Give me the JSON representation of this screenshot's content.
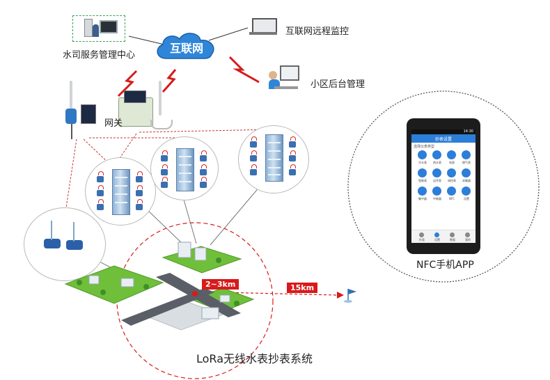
{
  "labels": {
    "water_company": "水司服务管理中心",
    "internet": "互联网",
    "remote_monitor": "互联网远程监控",
    "community_backend": "小区后台管理",
    "gateway": "网关",
    "distance_near": "2~3km",
    "distance_far": "15km",
    "system_title": "LoRa无线水表抄表系统",
    "nfc_app": "NFC手机APP"
  },
  "phone": {
    "status_time": "14:30",
    "app_title": "抄表设置",
    "app_subtitle": "选择仪表类型",
    "grid_labels": [
      "冷水表",
      "热水表",
      "电表",
      "燃气表",
      "智能表",
      "远传表",
      "阀控表",
      "采集器",
      "集中器",
      "中继器",
      "NFC",
      "设置"
    ],
    "tabs": [
      "抄表",
      "设置",
      "数据",
      "我的"
    ]
  },
  "colors": {
    "red_link": "#d81a1a",
    "cloud": "#2f86d9",
    "grass": "#6fbf3a",
    "road": "#5a5e66",
    "app_blue": "#2d7ed8"
  }
}
